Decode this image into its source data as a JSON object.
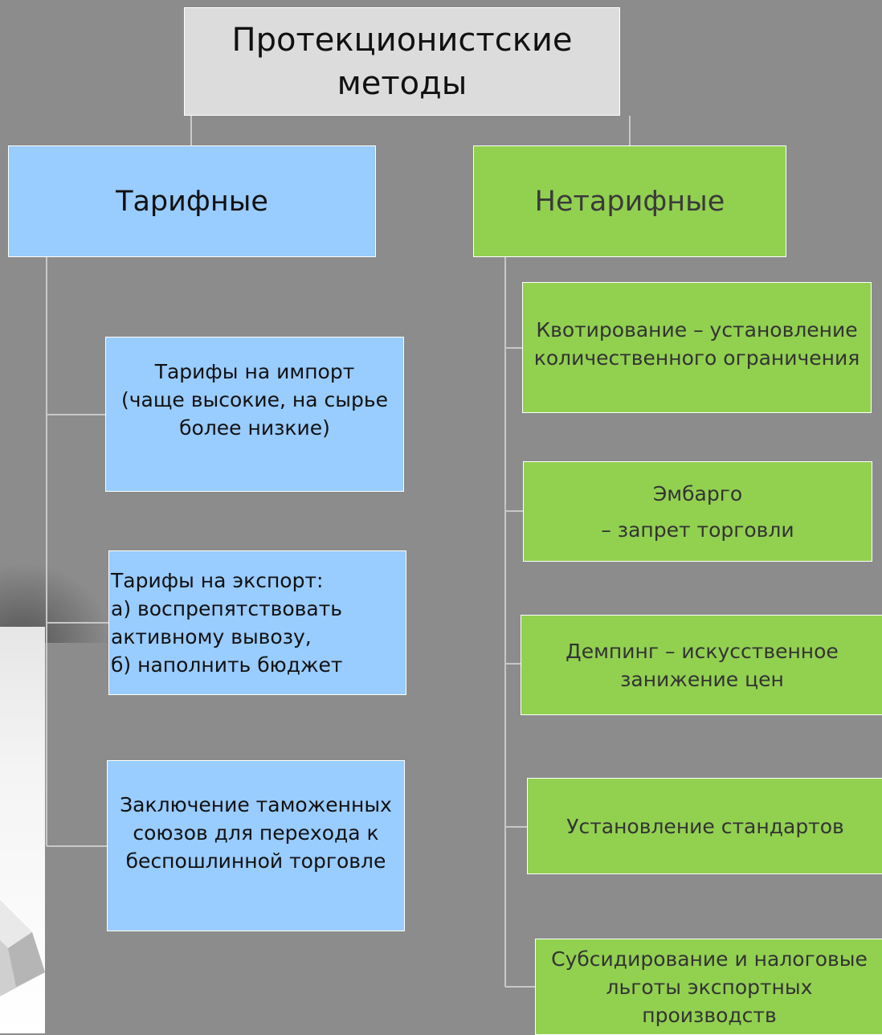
{
  "root": {
    "label": "Протекционистские\nметоды"
  },
  "branches": [
    {
      "label": "Тарифные",
      "color": "#99ccff",
      "items": [
        "Тарифы на импорт\n(чаще высокие, на сырье\nболее низкие)",
        "Тарифы на экспорт:\nа) воспрепятствовать\n    активному вывозу,\nб) наполнить бюджет",
        "Заключение таможенных\nсоюзов для перехода к\nбеспошлинной торговле"
      ]
    },
    {
      "label": "Нетарифные",
      "color": "#92d050",
      "items": [
        "Квотирование – установление\nколичественного ограничения",
        "Эмбарго\n– запрет торговли",
        "Демпинг –    искусственное\nзанижение цен",
        "Установление  стандартов",
        "Субсидирование и налоговые\nльготы экспортных\nпроизводств"
      ]
    }
  ]
}
